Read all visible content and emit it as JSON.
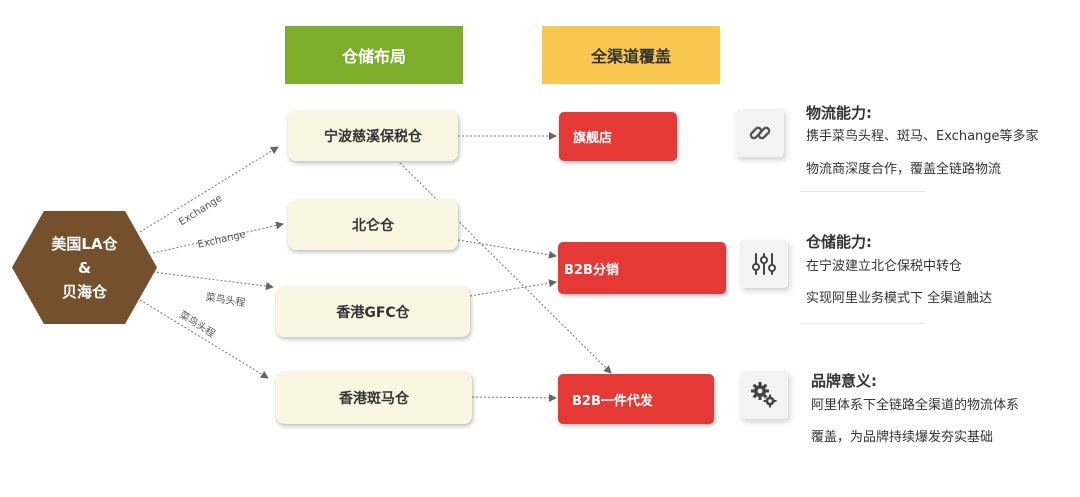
{
  "headers": {
    "warehouse": "仓储布局",
    "channel": "全渠道覆盖"
  },
  "origin": {
    "line1": "美国LA仓",
    "line2": "&",
    "line3": "贝海仓"
  },
  "warehouses": [
    {
      "name": "宁波慈溪保税仓"
    },
    {
      "name": "北仑仓"
    },
    {
      "name": "香港GFC仓"
    },
    {
      "name": "香港斑马仓"
    }
  ],
  "channels": [
    {
      "name": "旗舰店"
    },
    {
      "name": "B2B分销"
    },
    {
      "name": "B2B一件代发"
    }
  ],
  "route_labels": {
    "route1": "Exchange",
    "route2": "Exchange",
    "route3": "菜鸟头程",
    "route4": "菜鸟头程"
  },
  "capabilities": [
    {
      "icon": "link-icon",
      "title": "物流能力:",
      "line1": "携手菜鸟头程、斑马、Exchange等多家",
      "line2": "物流商深度合作，覆盖全链路物流"
    },
    {
      "icon": "sliders-icon",
      "title": "仓储能力:",
      "line1": "在宁波建立北仑保税中转仓",
      "line2": "实现阿里业务模式下 全渠道触达"
    },
    {
      "icon": "gears-icon",
      "title": "品牌意义:",
      "line1": "阿里体系下全链路全渠道的物流体系",
      "line2": "覆盖，为品牌持续爆发夯实基础"
    }
  ],
  "colors": {
    "warehouse_header": "#7cae2c",
    "channel_header": "#f9c74f",
    "origin_hex": "#74502c",
    "warehouse_box": "#fbf6e1",
    "channel_box": "#e53935"
  }
}
